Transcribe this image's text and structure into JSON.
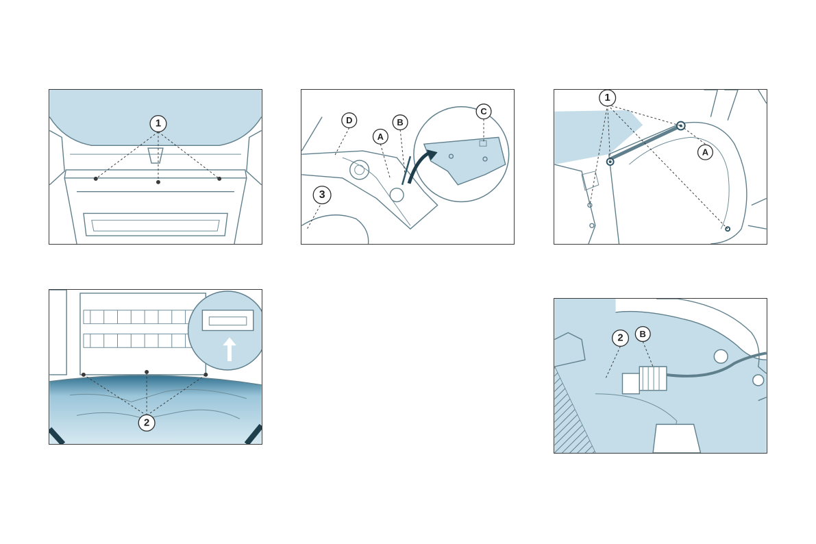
{
  "figures": {
    "fig1": {
      "callouts": [
        "1"
      ]
    },
    "fig2": {
      "callouts": [
        "D",
        "A",
        "B",
        "C",
        "3"
      ]
    },
    "fig3": {
      "callouts": [
        "1",
        "A"
      ]
    },
    "fig4": {
      "callouts": [
        "2"
      ]
    },
    "fig5": {
      "callouts": [
        "2",
        "B"
      ]
    }
  },
  "colors": {
    "illustration_blue": "#c4dde8",
    "line": "#5f7f8c",
    "frame": "#3a3a3a",
    "deep_blue": "#2e6f8e"
  }
}
